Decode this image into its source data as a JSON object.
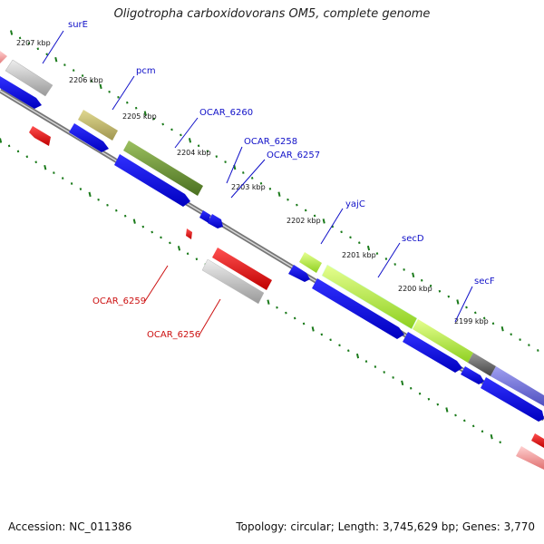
{
  "title": "Oligotropha carboxidovorans OM5, complete genome",
  "footer": {
    "accession": "Accession: NC_011386",
    "summary": "Topology: circular; Length: 3,745,629 bp; Genes: 3,770"
  },
  "scale_labels": [
    "2207 kbp",
    "2206 kbp",
    "2205 kbp",
    "2204 kbp",
    "2203 kbp",
    "2202 kbp",
    "2201 kbp",
    "2200 kbp",
    "2199 kbp"
  ],
  "gene_labels": [
    "surE",
    "pcm",
    "OCAR_6260",
    "OCAR_6258",
    "OCAR_6257",
    "yajC",
    "secD",
    "secF",
    "OCAR_6259",
    "OCAR_6256"
  ],
  "colors": {
    "blue_label": "#1010c8",
    "red_label": "#cc1010",
    "forward_arrow": "#0000ee",
    "reverse_arrow": "#ee0000",
    "tick": "#1a7a1a",
    "backbone": "#666666"
  }
}
